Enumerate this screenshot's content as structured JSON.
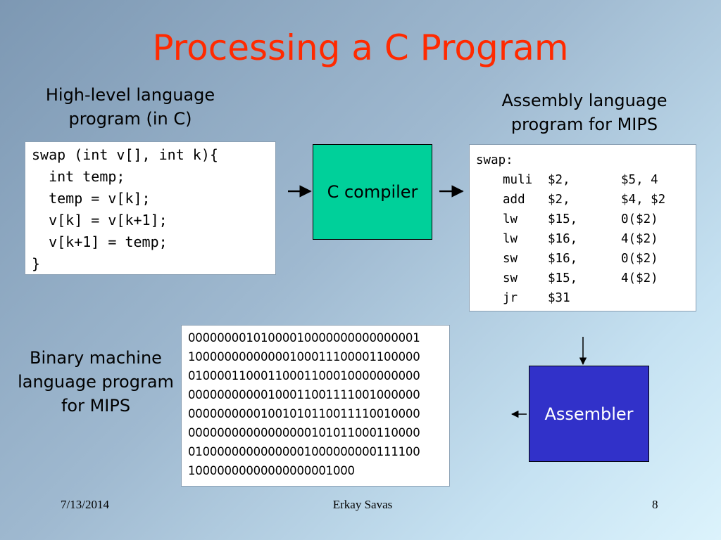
{
  "slide": {
    "title": "Processing a C Program",
    "high_level_heading": [
      "High-level language",
      "program (in C)"
    ],
    "assembly_heading": [
      "Assembly language",
      "program for MIPS"
    ],
    "binary_heading": [
      "Binary machine",
      "language program",
      "for MIPS"
    ],
    "c_code": [
      "swap (int v[], int k){",
      "  int temp;",
      "  temp = v[k];",
      "  v[k] = v[k+1];",
      "  v[k+1] = temp;",
      "}"
    ],
    "asm_label": "swap:",
    "asm_rows": [
      {
        "op": "muli",
        "a1": "$2,",
        "a2": "$5, 4"
      },
      {
        "op": "add",
        "a1": "$2,",
        "a2": "$4, $2"
      },
      {
        "op": "lw",
        "a1": "$15,",
        "a2": "0($2)"
      },
      {
        "op": "lw",
        "a1": "$16,",
        "a2": "4($2)"
      },
      {
        "op": "sw",
        "a1": "$16,",
        "a2": "0($2)"
      },
      {
        "op": "sw",
        "a1": "$15,",
        "a2": "4($2)"
      },
      {
        "op": "jr",
        "a1": "$31",
        "a2": ""
      }
    ],
    "binary_lines": [
      "00000000101000010000000000000001",
      "10000000000000100011100001100000",
      "01000011000110001100010000000000",
      "00000000000100011001111001000000",
      "00000000001001010110011110010000",
      "00000000000000000101011000110000",
      "01000000000000001000000000111100",
      "10000000000000000001000"
    ],
    "compiler_label": "C compiler",
    "assembler_label": "Assembler",
    "colors": {
      "title": "#ff2a00",
      "compiler_box": "#00d09a",
      "assembler_box": "#3131c9"
    }
  },
  "footer": {
    "date": "7/13/2014",
    "author": "Erkay Savas",
    "page": "8"
  }
}
